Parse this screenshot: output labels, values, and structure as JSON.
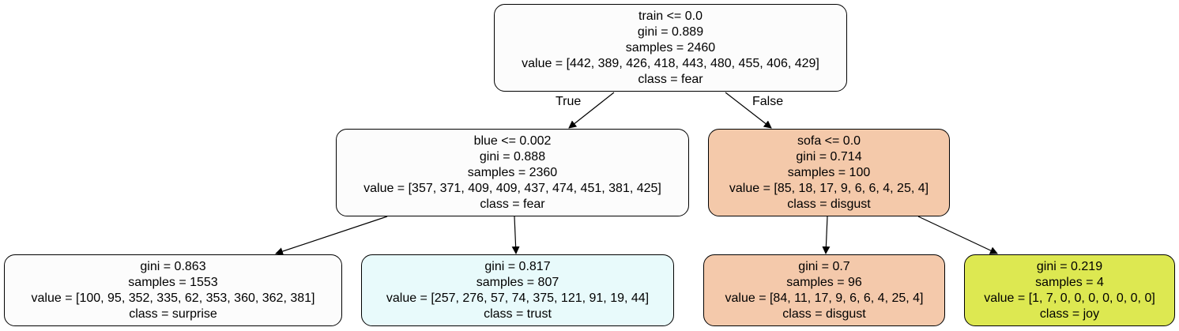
{
  "nodes": {
    "root": {
      "fill": "#fcfcfc",
      "lines": [
        "train <= 0.0",
        "gini = 0.889",
        "samples = 2460",
        "value = [442, 389, 426, 418, 443, 480, 455, 406, 429]",
        "class = fear"
      ]
    },
    "left": {
      "fill": "#fcfcfc",
      "lines": [
        "blue <= 0.002",
        "gini = 0.888",
        "samples = 2360",
        "value = [357, 371, 409, 409, 437, 474, 451, 381, 425]",
        "class = fear"
      ]
    },
    "right": {
      "fill": "#f4c9aa",
      "lines": [
        "sofa <= 0.0",
        "gini = 0.714",
        "samples = 100",
        "value = [85, 18, 17, 9, 6, 6, 4, 25, 4]",
        "class = disgust"
      ]
    },
    "leaf1": {
      "fill": "#fcfcfc",
      "lines": [
        "gini = 0.863",
        "samples = 1553",
        "value = [100, 95, 352, 335, 62, 353, 360, 362, 381]",
        "class = surprise"
      ]
    },
    "leaf2": {
      "fill": "#e8fafb",
      "lines": [
        "gini = 0.817",
        "samples = 807",
        "value = [257, 276, 57, 74, 375, 121, 91, 19, 44]",
        "class = trust"
      ]
    },
    "leaf3": {
      "fill": "#f4c9ab",
      "lines": [
        "gini = 0.7",
        "samples = 96",
        "value = [84, 11, 17, 9, 6, 6, 4, 25, 4]",
        "class = disgust"
      ]
    },
    "leaf4": {
      "fill": "#dde851",
      "lines": [
        "gini = 0.219",
        "samples = 4",
        "value = [1, 7, 0, 0, 0, 0, 0, 0, 0]",
        "class = joy"
      ]
    }
  },
  "edge_labels": {
    "true_label": "True",
    "false_label": "False"
  }
}
